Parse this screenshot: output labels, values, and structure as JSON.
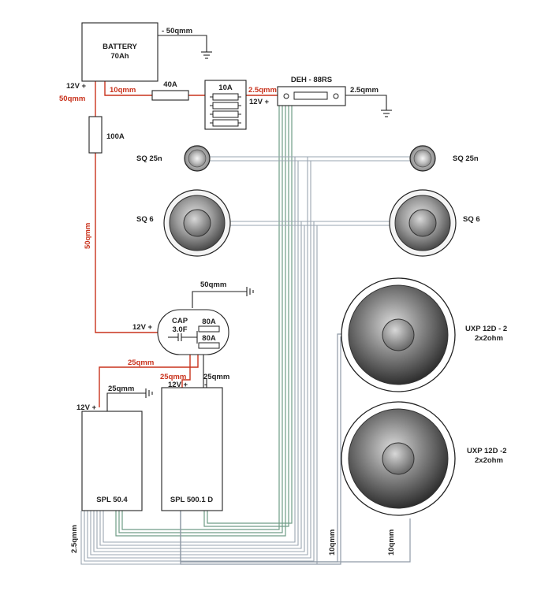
{
  "battery": {
    "title": "BATTERY",
    "capacity": "70Ah",
    "ground_label": "- 50qmm",
    "pos_label": "12V  +",
    "pos_cable": "50qmm"
  },
  "cables": {
    "battery_to_fuse": "10qmm",
    "fuse40_label": "40A",
    "fusebox_label": "10A",
    "deh_power": "2.5qmm",
    "main_100a": "100A",
    "main_cable": "50qmm",
    "cap_ground": "50qmm",
    "cap_to_spl504": "25qmm",
    "spl504_ground": "25qmm",
    "cap_to_spl500": "25qmm",
    "spl500_ground": "25qmm",
    "speaker_bundle": "2.5qmm",
    "sub1_cable": "10qmm",
    "sub2_cable": "10qmm"
  },
  "head_unit": {
    "name": "DEH - 88RS",
    "power_label": "12V  +",
    "ground_label": "2.5qmm"
  },
  "speakers": {
    "tweeter_left": "SQ 25n",
    "tweeter_right": "SQ 25n",
    "mid_left": "SQ 6",
    "mid_right": "SQ 6",
    "sub_top_name": "UXP 12D - 2",
    "sub_top_imp": "2x2ohm",
    "sub_bottom_name": "UXP 12D -2",
    "sub_bottom_imp": "2x2ohm"
  },
  "capacitor": {
    "name": "CAP",
    "value": "3.0F",
    "fuse_top": "80A",
    "fuse_bottom": "80A",
    "input_label": "12V  +"
  },
  "amps": {
    "spl504": {
      "name": "SPL 50.4",
      "power": "12V  +"
    },
    "spl500": {
      "name": "SPL 500.1 D",
      "power": "12V  +",
      "minus": "-"
    }
  },
  "colors": {
    "power": "#c9321c",
    "rca": "#6f9c86",
    "speaker_wire": "#9aa5b0",
    "outline": "#222222"
  }
}
